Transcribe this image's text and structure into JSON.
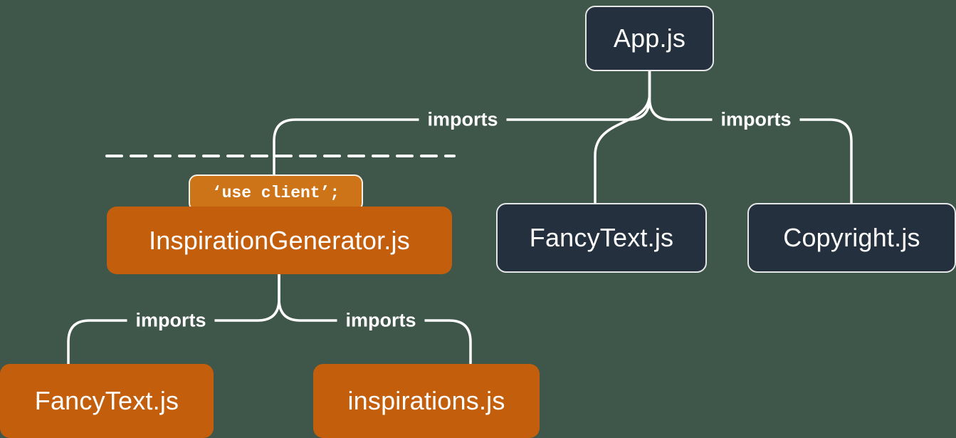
{
  "colors": {
    "background": "#3F564B",
    "client_node": "#C35F0C",
    "client_badge": "#CE7418",
    "server_node": "#24303E",
    "line": "#FFFFFF",
    "text": "#FFFFFF"
  },
  "nodes": {
    "app": {
      "label": "App.js",
      "type": "server"
    },
    "inspiration_generator": {
      "label": "InspirationGenerator.js",
      "directive": "‘use client’;",
      "type": "client"
    },
    "fancy_text_top": {
      "label": "FancyText.js",
      "type": "server"
    },
    "copyright": {
      "label": "Copyright.js",
      "type": "server"
    },
    "fancy_text_bottom": {
      "label": "FancyText.js",
      "type": "client"
    },
    "inspirations": {
      "label": "inspirations.js",
      "type": "client"
    }
  },
  "edges": {
    "app_to_inspiration_generator": {
      "label": "imports"
    },
    "app_to_fancy_text": {
      "label": ""
    },
    "app_to_copyright": {
      "label": "imports"
    },
    "inspiration_generator_to_fancy_text": {
      "label": "imports"
    },
    "inspiration_generator_to_inspirations": {
      "label": "imports"
    }
  }
}
